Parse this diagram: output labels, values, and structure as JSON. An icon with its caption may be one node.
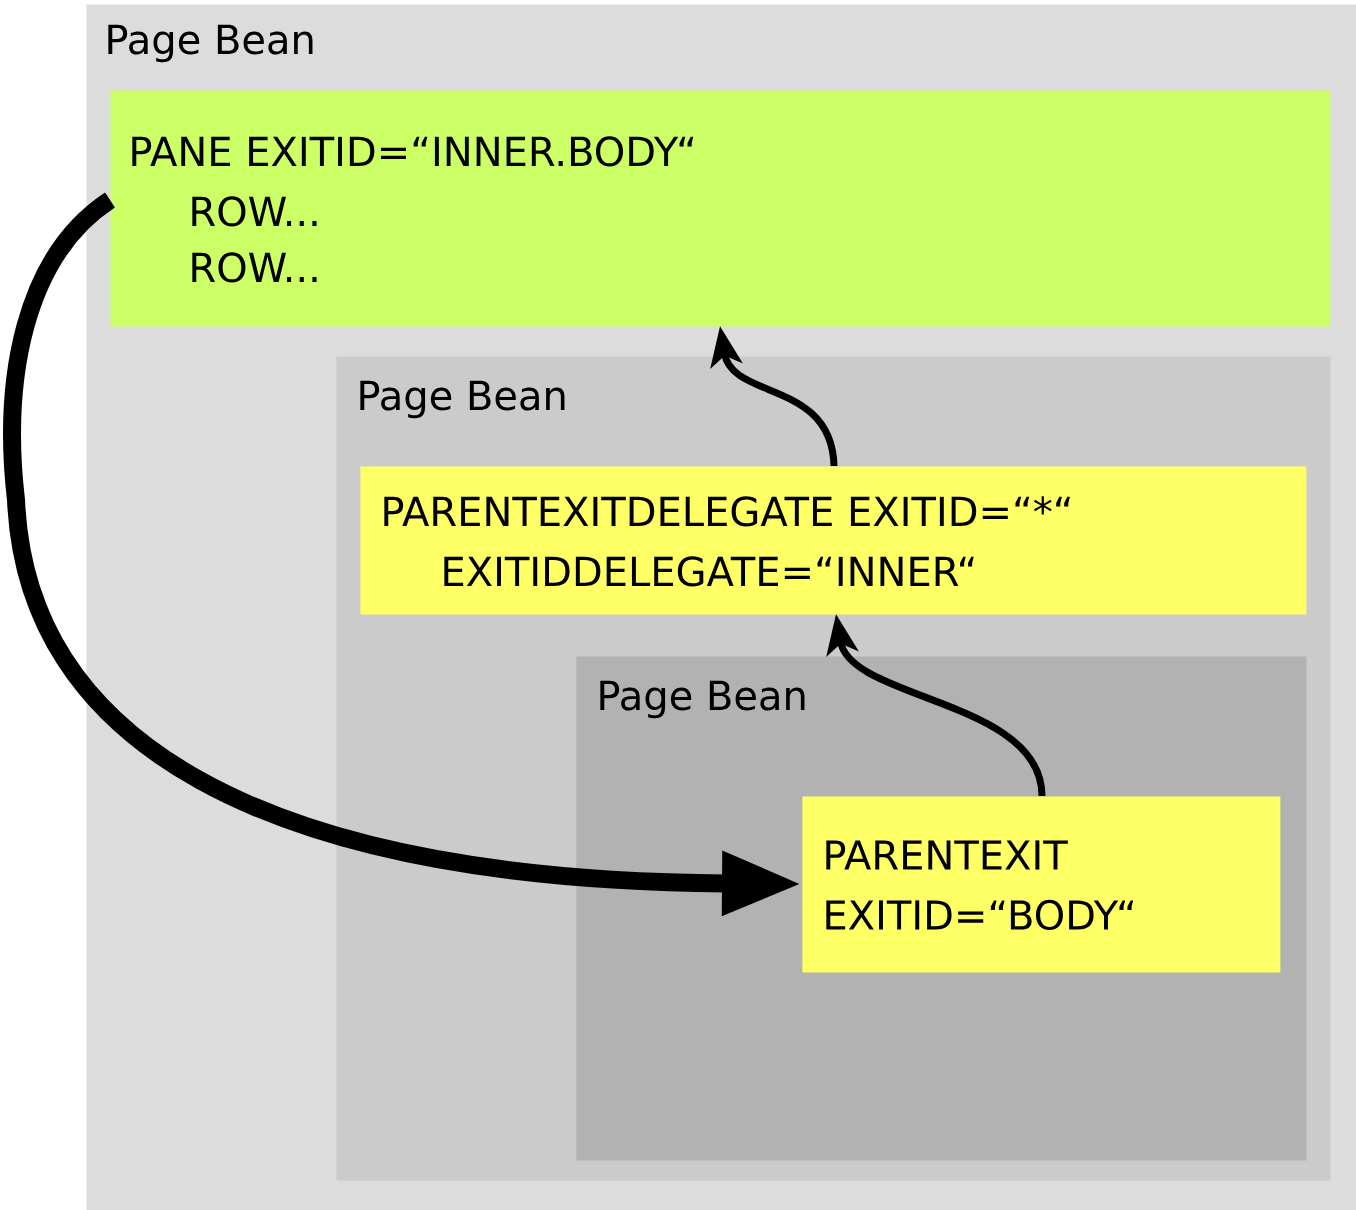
{
  "diagram": {
    "nodes": [
      {
        "text": [
          "Page Bean"
        ]
      },
      {
        "text": [
          "PANE EXITID=“INNER.BODY“",
          "ROW...",
          "ROW..."
        ],
        "in": 0
      },
      {
        "text": [
          "Page Bean"
        ],
        "in": 0
      },
      {
        "text": [
          "PARENTEXITDELEGATE EXITID=“*“",
          "EXITIDDELEGATE=“INNER“"
        ],
        "in": 2
      },
      {
        "text": [
          "Page Bean"
        ],
        "in": 2
      },
      {
        "text": [
          "PARENTEXIT EXITID=“BODY“"
        ],
        "in": 4
      }
    ],
    "edges": [
      {
        "from": 1,
        "to": 5,
        "arrow": "to",
        "style": "thick"
      },
      {
        "from": 5,
        "to": 3,
        "arrow": "to"
      },
      {
        "from": 3,
        "to": 1,
        "arrow": "to"
      }
    ]
  }
}
